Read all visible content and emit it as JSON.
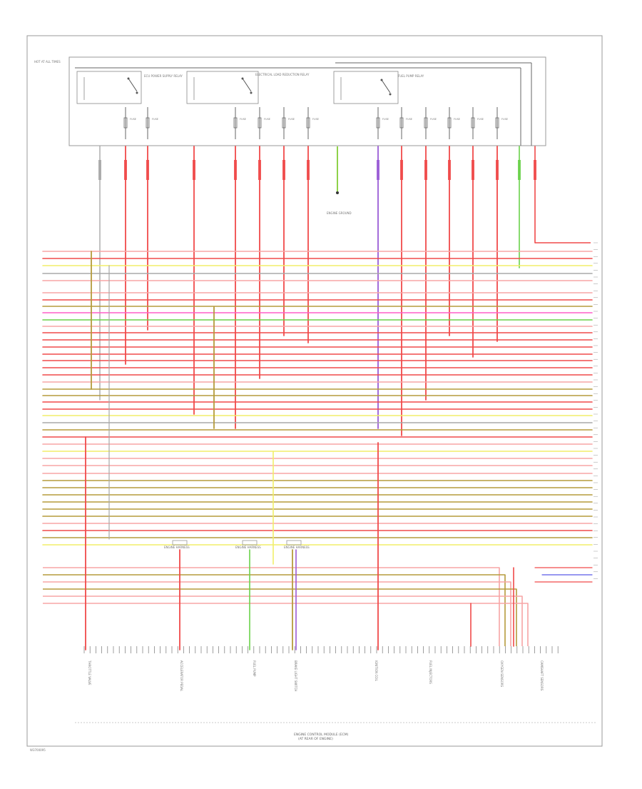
{
  "header": {
    "top_left_label": "HOT AT ALL TIMES",
    "relay_1_label": "ECU POWER SUPPLY RELAY",
    "relay_2_label": "ELECTRICAL LOAD REDUCTION RELAY",
    "relay_3_label": "FUEL PUMP RELAY",
    "fuse_label": "FUSE",
    "ground_caption": "ENGINE GROUND"
  },
  "footer": {
    "caption_line_1": "ENGINE CONTROL MODULE (ECM)",
    "caption_line_2": "(AT REAR OF ENGINE)",
    "page_number": "W3700095"
  },
  "bottom_labels": [
    "THROTTLE VALVE",
    "ACCELERATOR PEDAL",
    "FUEL PUMP",
    "BRAKE LIGHT SWITCH",
    "IGNITION COIL",
    "FUEL INJECTORS",
    "OXYGEN SENSORS",
    "CAMSHAFT SENSORS"
  ],
  "connector_labels": [
    "ENGINE HARNESS",
    "ENGINE HARNESS",
    "ENGINE HARNESS"
  ],
  "wire_colors": {
    "red": "#f04a4a",
    "pink": "#ff5fc8",
    "light_red": "#f7a5a5",
    "olive": "#b59b3c",
    "yellow": "#f2ee6a",
    "gray": "#a8a8a8",
    "green": "#6ad24a",
    "purple": "#9a5cd6",
    "blue": "#5a5ae8",
    "black": "#555555"
  }
}
